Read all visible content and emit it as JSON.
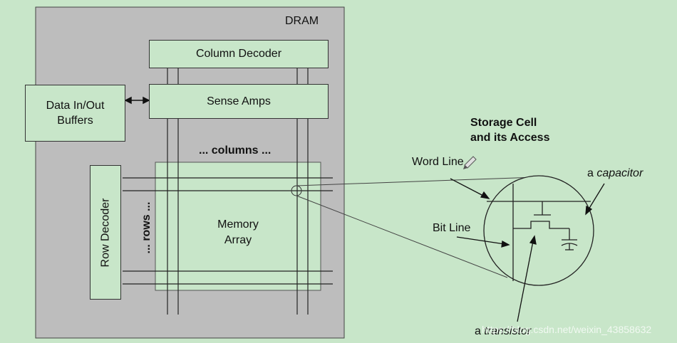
{
  "dram": {
    "title": "DRAM",
    "column_decoder": "Column Decoder",
    "sense_amps": "Sense Amps",
    "data_buffers_line1": "Data In/Out",
    "data_buffers_line2": "Buffers",
    "columns_label": "... columns ...",
    "rows_label": "... rows ...",
    "row_decoder": "Row Decoder",
    "memory_array_line1": "Memory",
    "memory_array_line2": "Array"
  },
  "cell": {
    "title_line1": "Storage Cell",
    "title_line2": "and its Access",
    "word_line": "Word Line",
    "bit_line": "Bit Line",
    "capacitor_prefix": "a ",
    "capacitor_word": "capacitor",
    "transistor_prefix": "a ",
    "transistor_word": "transistor"
  },
  "watermark": "https://blog.csdn.net/weixin_43858632",
  "colors": {
    "background": "#c8e6c9",
    "dram_panel": "#bdbdbd",
    "line": "#222222"
  }
}
